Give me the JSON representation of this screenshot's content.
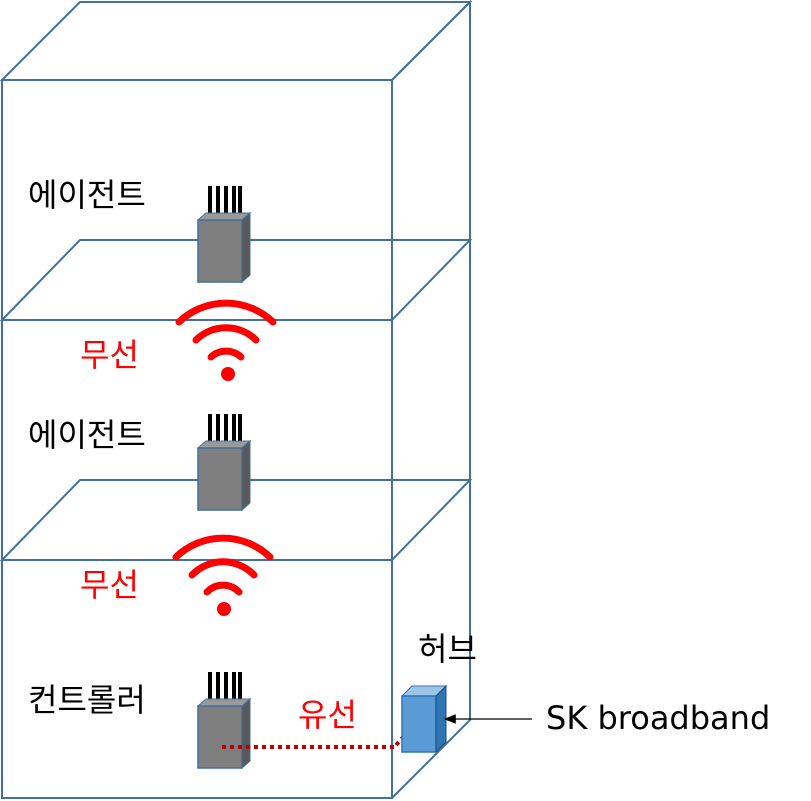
{
  "labels": {
    "agent_top": "에이전트",
    "agent_mid": "에이전트",
    "controller": "컨트롤러",
    "wireless_top": "무선",
    "wireless_bottom": "무선",
    "wired": "유선",
    "hub": "허브",
    "isp": "SK broadband"
  },
  "colors": {
    "frame": "#41719c",
    "device": "#7f7f7f",
    "device_side": "#595959",
    "antenna": "#000000",
    "hub_front": "#5b9bd5",
    "hub_side": "#2e75b6",
    "wireless": "#ff0000",
    "text": "#000000"
  },
  "icons": {
    "wifi": "wifi-icon",
    "router": "router-icon",
    "hub": "hub-icon",
    "arrow": "arrow-left-icon"
  }
}
